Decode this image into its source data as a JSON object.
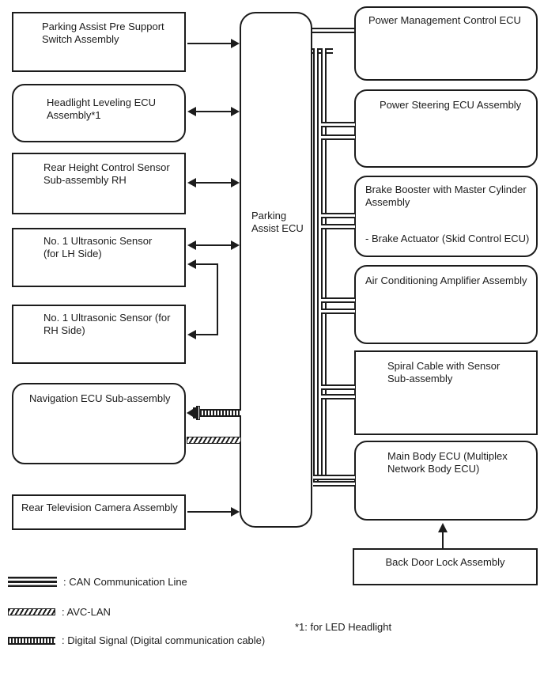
{
  "diagram": {
    "center_node": {
      "label": "Parking\nAssist ECU"
    },
    "left_nodes": [
      {
        "label": "Parking Assist Pre Support\nSwitch Assembly"
      },
      {
        "label": "Headlight Leveling ECU\nAssembly*1"
      },
      {
        "label": "Rear Height Control Sensor\nSub-assembly RH"
      },
      {
        "label": "No. 1 Ultrasonic Sensor\n(for LH Side)"
      },
      {
        "label": "No. 1 Ultrasonic Sensor (for\nRH Side)"
      },
      {
        "label": "Navigation ECU Sub-assembly"
      },
      {
        "label": "Rear Television Camera Assembly"
      }
    ],
    "right_nodes": [
      {
        "label": "Power Management Control ECU"
      },
      {
        "label": "Power Steering ECU Assembly"
      },
      {
        "label": "Brake Booster with Master Cylinder\nAssembly",
        "sublabel": "- Brake Actuator (Skid Control ECU)"
      },
      {
        "label": "Air Conditioning Amplifier Assembly"
      },
      {
        "label": "Spiral Cable with Sensor\nSub-assembly"
      },
      {
        "label": "Main Body ECU (Multiplex\nNetwork Body ECU)"
      },
      {
        "label": "Back Door Lock Assembly"
      }
    ],
    "legend": [
      {
        "symbol": "can-line",
        "label": ": CAN Communication Line"
      },
      {
        "symbol": "avc-lan-line",
        "label": ": AVC-LAN"
      },
      {
        "symbol": "digital-signal-line",
        "label": ": Digital Signal (Digital communication cable)"
      }
    ],
    "footnote": "*1: for LED Headlight",
    "colors": {
      "line": "#1c1c1c",
      "background": "#ffffff"
    },
    "connections": [
      {
        "from": "Parking Assist Pre Support Switch Assembly",
        "to": "Parking Assist ECU",
        "type": "arrow"
      },
      {
        "from": "Headlight Leveling ECU Assembly*1",
        "to": "Parking Assist ECU",
        "type": "bidirectional-arrow"
      },
      {
        "from": "Rear Height Control Sensor Sub-assembly RH",
        "to": "Parking Assist ECU",
        "type": "bidirectional-arrow"
      },
      {
        "from": "No. 1 Ultrasonic Sensor (for LH Side)",
        "to": "Parking Assist ECU",
        "type": "bidirectional-arrow"
      },
      {
        "from": "No. 1 Ultrasonic Sensor (for LH Side)",
        "to": "No. 1 Ultrasonic Sensor (for RH Side)",
        "type": "chain-line"
      },
      {
        "from": "Navigation ECU Sub-assembly",
        "to": "Parking Assist ECU",
        "type": "digital-signal-line"
      },
      {
        "from": "Navigation ECU Sub-assembly",
        "to": "Parking Assist ECU",
        "type": "avc-lan-line"
      },
      {
        "from": "Rear Television Camera Assembly",
        "to": "Parking Assist ECU",
        "type": "arrow"
      },
      {
        "from": "Parking Assist ECU",
        "to": "Power Management Control ECU",
        "type": "can-line"
      },
      {
        "from": "Parking Assist ECU",
        "to": "Power Steering ECU Assembly",
        "type": "can-line"
      },
      {
        "from": "Parking Assist ECU",
        "to": "Brake Booster with Master Cylinder Assembly",
        "type": "can-line"
      },
      {
        "from": "Parking Assist ECU",
        "to": "Air Conditioning Amplifier Assembly",
        "type": "can-line"
      },
      {
        "from": "Parking Assist ECU",
        "to": "Spiral Cable with Sensor Sub-assembly",
        "type": "can-line"
      },
      {
        "from": "Parking Assist ECU",
        "to": "Main Body ECU (Multiplex Network Body ECU)",
        "type": "can-line"
      },
      {
        "from": "Back Door Lock Assembly",
        "to": "Main Body ECU (Multiplex Network Body ECU)",
        "type": "arrow"
      }
    ]
  }
}
